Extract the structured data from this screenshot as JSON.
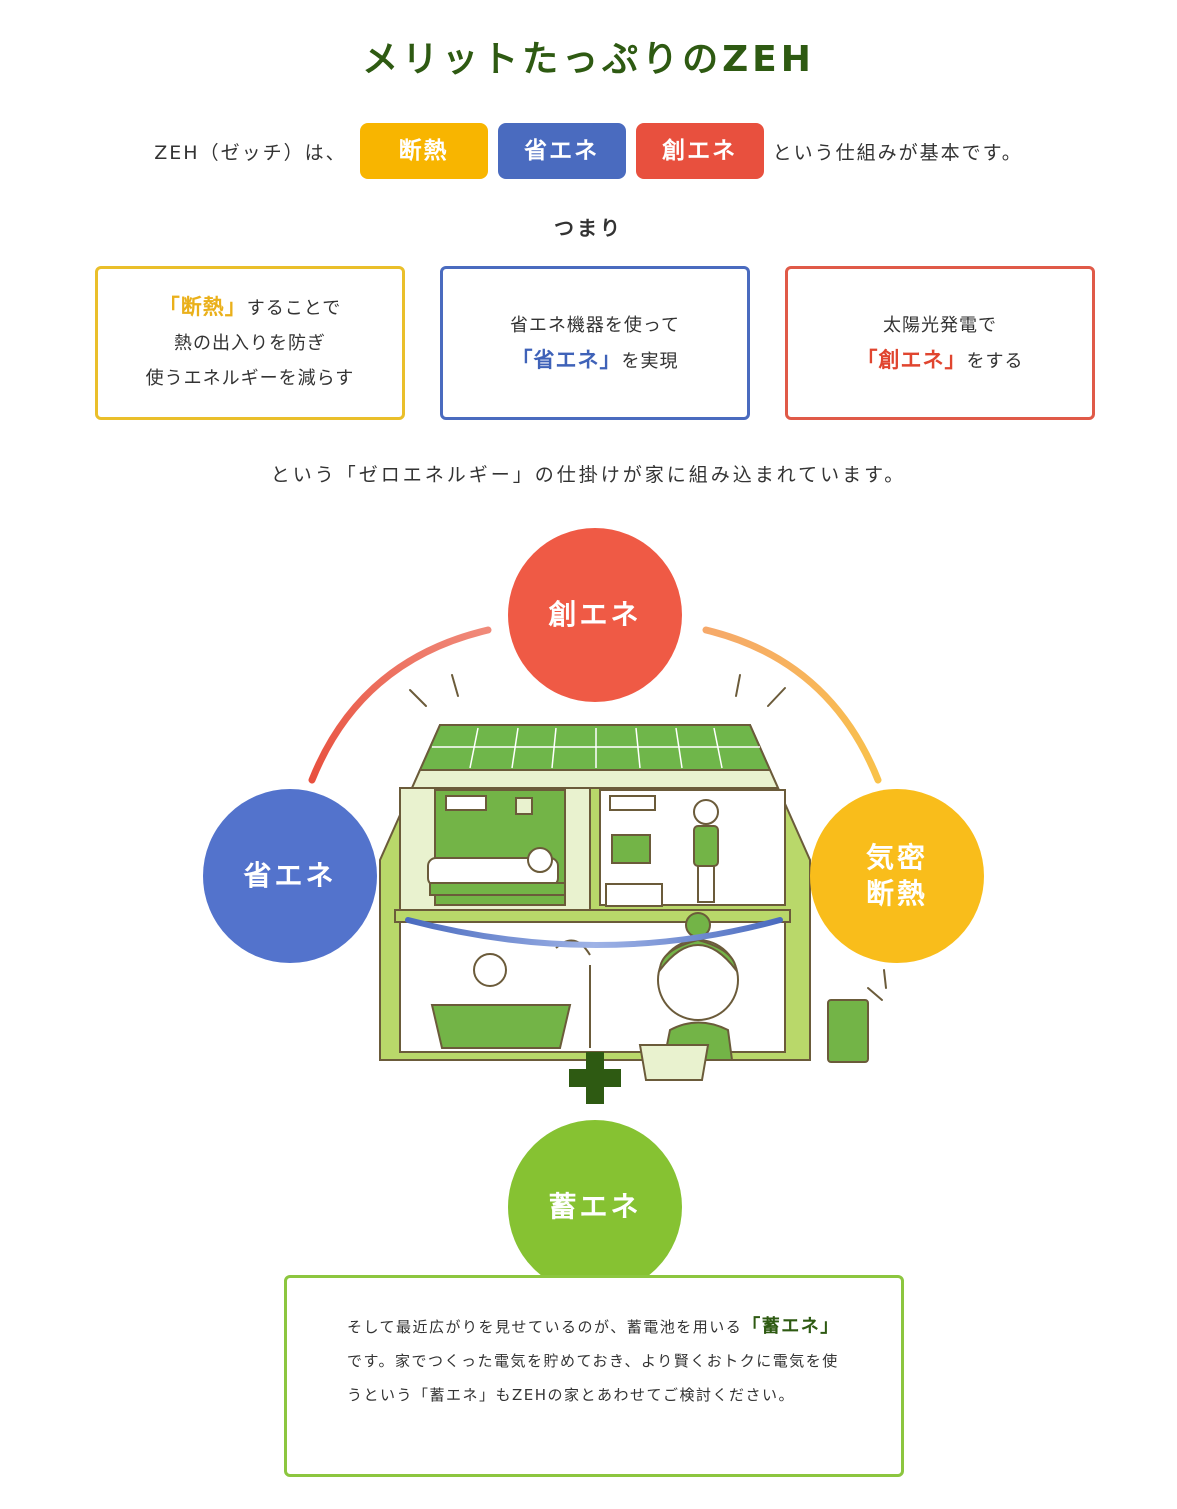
{
  "title": "メリットたっぷりのZEH",
  "intro": {
    "prefix": "ZEH（ゼッチ）は、",
    "pills": [
      {
        "label": "断熱",
        "color": "#f8b500"
      },
      {
        "label": "省エネ",
        "color": "#4a6bbf"
      },
      {
        "label": "創エネ",
        "color": "#e8503e"
      }
    ],
    "suffix": "という仕組みが基本です。"
  },
  "tsumari": "つまり",
  "boxes": [
    {
      "highlight": "「断熱」",
      "after_highlight": "することで",
      "line2": "熱の出入りを防ぎ",
      "line3": "使うエネルギーを減らす",
      "color": "#eabf2a"
    },
    {
      "line1": "省エネ機器を使って",
      "highlight": "「省エネ」",
      "after_highlight": "を実現",
      "color": "#4a6bbf"
    },
    {
      "line1": "太陽光発電で",
      "highlight": "「創エネ」",
      "after_highlight": "をする",
      "color": "#e05a48"
    }
  ],
  "sub_text": "という「ゼロエネルギー」の仕掛けが家に組み込まれています。",
  "circles": {
    "create": {
      "label": "創エネ",
      "color": "#ef5a45"
    },
    "save": {
      "label": "省エネ",
      "color": "#5373cc"
    },
    "insulation": {
      "line1": "気密",
      "line2": "断熱",
      "color": "#f9bd1b"
    },
    "store": {
      "label": "蓄エネ",
      "color": "#86c232"
    }
  },
  "plus_sign": "+",
  "note": {
    "part1": "そして最近広がりを見せているのが、蓄電池を用いる",
    "highlight": "「蓄エネ」",
    "part2": "です。家でつくった電気を貯めておき、より賢くおトクに電気を使うという「蓄エネ」もZEHの家とあわせてご検討ください。"
  }
}
